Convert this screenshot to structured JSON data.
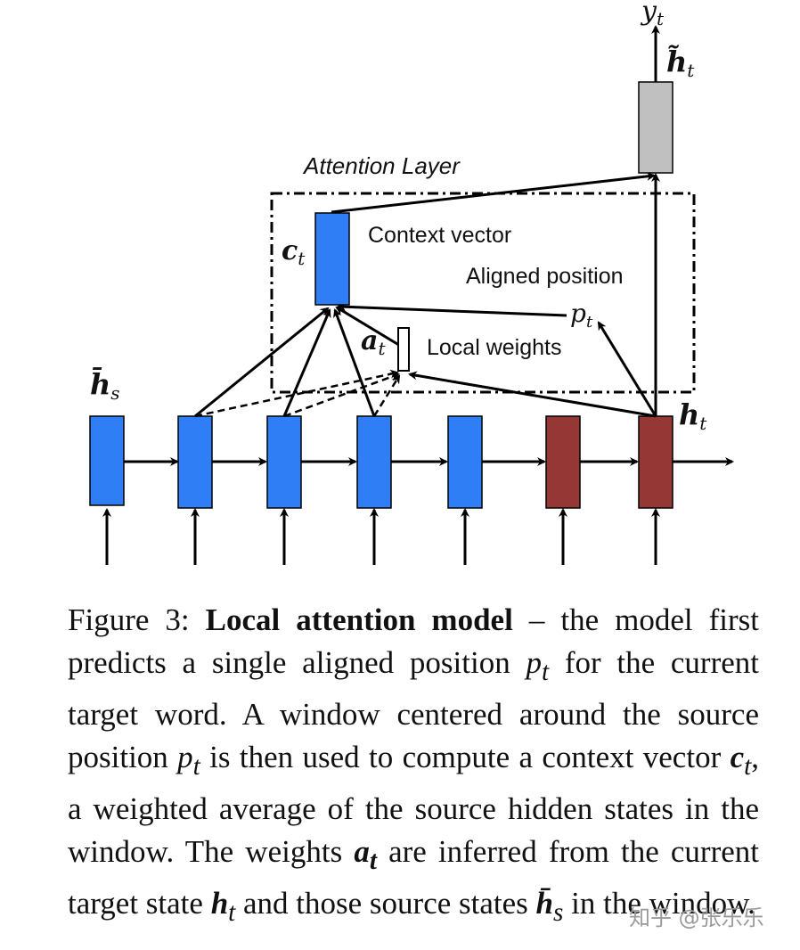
{
  "diagram": {
    "title": "Attention Layer",
    "labels": {
      "context_vector": "Context vector",
      "aligned_position": "Aligned position",
      "local_weights": "Local weights"
    },
    "math": {
      "y_t": "y",
      "y_t_sub": "t",
      "h_tilde_t": "h̃",
      "h_tilde_t_sub": "t",
      "c_t": "c",
      "c_t_sub": "t",
      "p_t": "p",
      "p_t_sub": "t",
      "a_t": "a",
      "a_t_sub": "t",
      "h_bar_s": "h̄",
      "h_bar_s_sub": "s",
      "h_t": "h",
      "h_t_sub": "t"
    },
    "colors": {
      "source_state": "#2f7ef5",
      "target_state": "#953735",
      "output_state": "#c0c0c0",
      "context_vector": "#2f7ef5"
    }
  },
  "caption": {
    "figure_label": "Figure 3:",
    "bold_title": "Local attention model",
    "p1": " – the model first predicts a single aligned position ",
    "p_t": "p",
    "p_t_sub": "t",
    "p2": " for the current target word. A window centered around the source position ",
    "p3": " is then used to compute a context vector ",
    "c_t": "c",
    "c_t_sub": "t",
    "p4": ", a weighted average of the source hidden states in the window. The weights ",
    "a_t": "a",
    "a_t_sub": "t",
    "p5": " are inferred from the current target state ",
    "h_t": "h",
    "h_t_sub": "t",
    "p6": " and those source states ",
    "h_s": "h̄",
    "h_s_sub": "s",
    "p7": " in the window."
  },
  "watermark": "知乎 @张乐乐"
}
